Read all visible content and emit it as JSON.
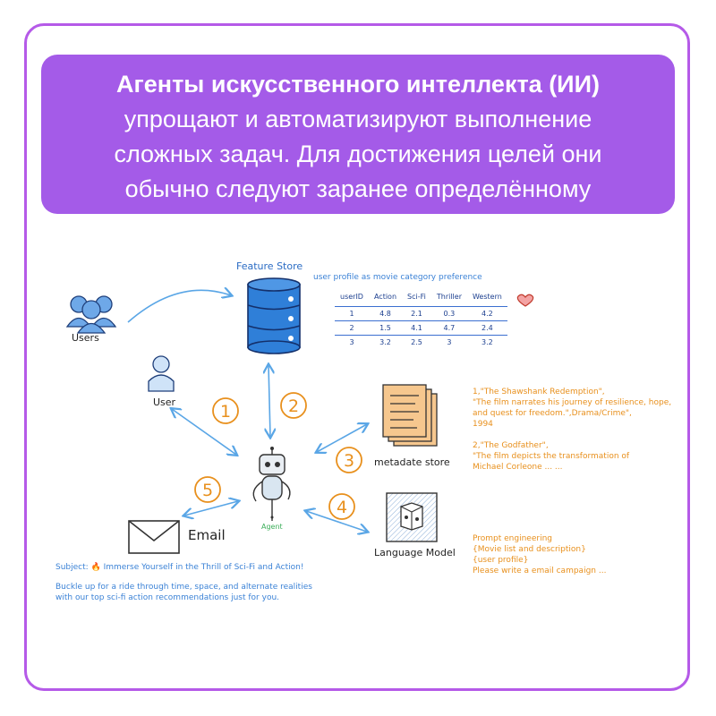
{
  "banner": {
    "title": "Агенты искусственного интеллекта (ИИ)",
    "lines": [
      "упрощают и автоматизируют выполнение",
      "сложных задач. Для достижения целей они",
      "обычно следуют заранее определённому"
    ]
  },
  "diagram": {
    "users_label": "Users",
    "user_label": "User",
    "feature_store_label": "Feature Store",
    "feature_store_caption": "user profile as movie category preference",
    "table": {
      "headers": [
        "userID",
        "Action",
        "Sci-Fi",
        "Thriller",
        "Western"
      ],
      "rows": [
        [
          "1",
          "4.8",
          "2.1",
          "0.3",
          "4.2"
        ],
        [
          "2",
          "1.5",
          "4.1",
          "4.7",
          "2.4"
        ],
        [
          "3",
          "3.2",
          "2.5",
          "3",
          "3.2"
        ]
      ]
    },
    "agent_label": "Agent",
    "metadata_label": "metadate store",
    "language_model_label": "Language Model",
    "email_label": "Email",
    "steps": [
      "1",
      "2",
      "3",
      "4",
      "5"
    ],
    "metadata_text": [
      "1,\"The Shawshank Redemption\",",
      "\"The film narrates his journey of resilience, hope,",
      "and quest for freedom.\",Drama/Crime\",",
      "1994",
      "",
      "2,\"The Godfather\",",
      "\"The film depicts the transformation of",
      "Michael Corleone ... ..."
    ],
    "prompt_text": [
      "Prompt engineering",
      "{Movie list and description}",
      "{user profile}",
      "Please write a email campaign ..."
    ],
    "email_text": [
      "Subject: 🔥 Immerse Yourself in the Thrill of Sci-Fi and Action!",
      "",
      "Buckle up for a ride through time, space, and alternate realities",
      "with our top sci-fi action recommendations just for you."
    ]
  },
  "colors": {
    "frame": "#b55ae8",
    "banner": "#a45be8",
    "accent_blue": "#3b82d6",
    "accent_orange": "#e8901d",
    "database": "#2f7fd8",
    "paper": "#f6c78e"
  }
}
